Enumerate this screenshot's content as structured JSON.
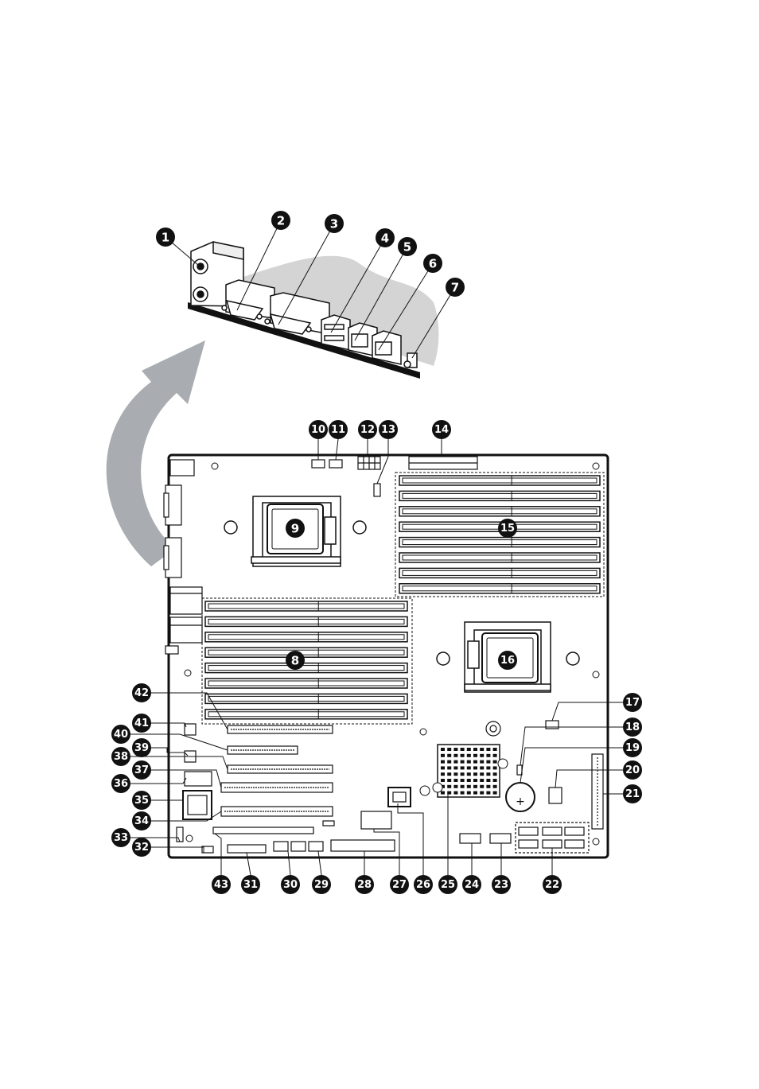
{
  "figure": {
    "type": "motherboard-layout-diagram",
    "colors": {
      "ink": "#111111",
      "board_fill": "#ffffff",
      "panel_shadow": "#d4d4d4",
      "arrow": "#a9adb1",
      "callout_fill": "#111111",
      "callout_text": "#ffffff"
    },
    "callouts": [
      {
        "n": "1"
      },
      {
        "n": "2"
      },
      {
        "n": "3"
      },
      {
        "n": "4"
      },
      {
        "n": "5"
      },
      {
        "n": "6"
      },
      {
        "n": "7"
      },
      {
        "n": "8"
      },
      {
        "n": "9"
      },
      {
        "n": "10"
      },
      {
        "n": "11"
      },
      {
        "n": "12"
      },
      {
        "n": "13"
      },
      {
        "n": "14"
      },
      {
        "n": "15"
      },
      {
        "n": "16"
      },
      {
        "n": "17"
      },
      {
        "n": "18"
      },
      {
        "n": "19"
      },
      {
        "n": "20"
      },
      {
        "n": "21"
      },
      {
        "n": "22"
      },
      {
        "n": "23"
      },
      {
        "n": "24"
      },
      {
        "n": "25"
      },
      {
        "n": "26"
      },
      {
        "n": "27"
      },
      {
        "n": "28"
      },
      {
        "n": "29"
      },
      {
        "n": "30"
      },
      {
        "n": "31"
      },
      {
        "n": "32"
      },
      {
        "n": "33"
      },
      {
        "n": "34"
      },
      {
        "n": "35"
      },
      {
        "n": "36"
      },
      {
        "n": "37"
      },
      {
        "n": "38"
      },
      {
        "n": "39"
      },
      {
        "n": "40"
      },
      {
        "n": "41"
      },
      {
        "n": "42"
      },
      {
        "n": "43"
      }
    ],
    "battery_symbol": "+"
  }
}
